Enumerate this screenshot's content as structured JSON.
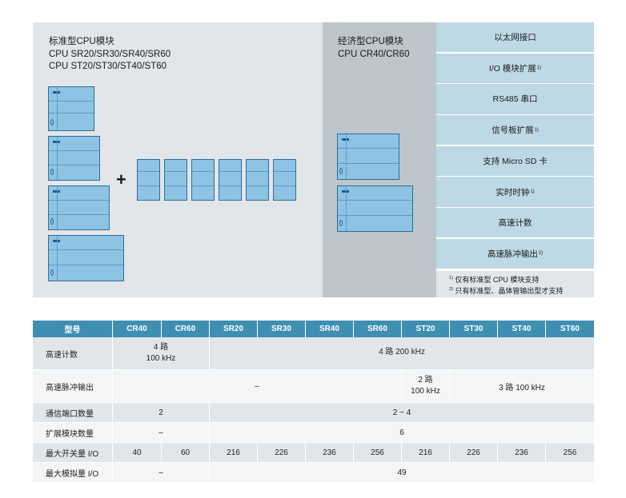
{
  "standard": {
    "title_lines": [
      "标准型CPU模块",
      "CPU SR20/SR30/SR40/SR60",
      "CPU ST20/ST30/ST40/ST60"
    ]
  },
  "economic": {
    "title_lines": [
      "经济型CPU模块",
      "CPU CR40/CR60"
    ]
  },
  "plus_sign": "+",
  "features": [
    {
      "label": "以太网接口",
      "note": ""
    },
    {
      "label": "I/O 模块扩展",
      "note": "1)"
    },
    {
      "label": "RS485 串口",
      "note": ""
    },
    {
      "label": "信号板扩展",
      "note": "1)"
    },
    {
      "label": "支持 Micro SD 卡",
      "note": ""
    },
    {
      "label": "实时时钟",
      "note": "1)"
    },
    {
      "label": "高速计数",
      "note": ""
    },
    {
      "label": "高速脉冲输出",
      "note": "2)"
    }
  ],
  "footnotes": [
    {
      "mark": "1)",
      "text": "仅有标准型 CPU 模块支持"
    },
    {
      "mark": "2)",
      "text": "只有标准型、晶体管输出型才支持"
    }
  ],
  "table": {
    "headers": [
      "型号",
      "CR40",
      "CR60",
      "SR20",
      "SR30",
      "SR40",
      "SR60",
      "ST20",
      "ST30",
      "ST40",
      "ST60"
    ],
    "rows": {
      "hsc": {
        "label": "高速计数",
        "cr_line1": "4 路",
        "cr_line2": "100 kHz",
        "std": "4 路 200 kHz"
      },
      "pulse": {
        "label": "高速脉冲输出",
        "cr_sr": "–",
        "st20_line1": "2 路",
        "st20_line2": "100 kHz",
        "st_rest": "3 路 100 kHz"
      },
      "comm": {
        "label": "通信端口数量",
        "cr": "2",
        "std": "2 ~ 4"
      },
      "expansion": {
        "label": "扩展模块数量",
        "cr": "–",
        "std": "6"
      },
      "dio": {
        "label": "最大开关量 I/O",
        "values": [
          "40",
          "60",
          "216",
          "226",
          "236",
          "256",
          "216",
          "226",
          "236",
          "256"
        ]
      },
      "aio": {
        "label": "最大模拟量 I/O",
        "cr": "–",
        "std": "49"
      }
    }
  }
}
